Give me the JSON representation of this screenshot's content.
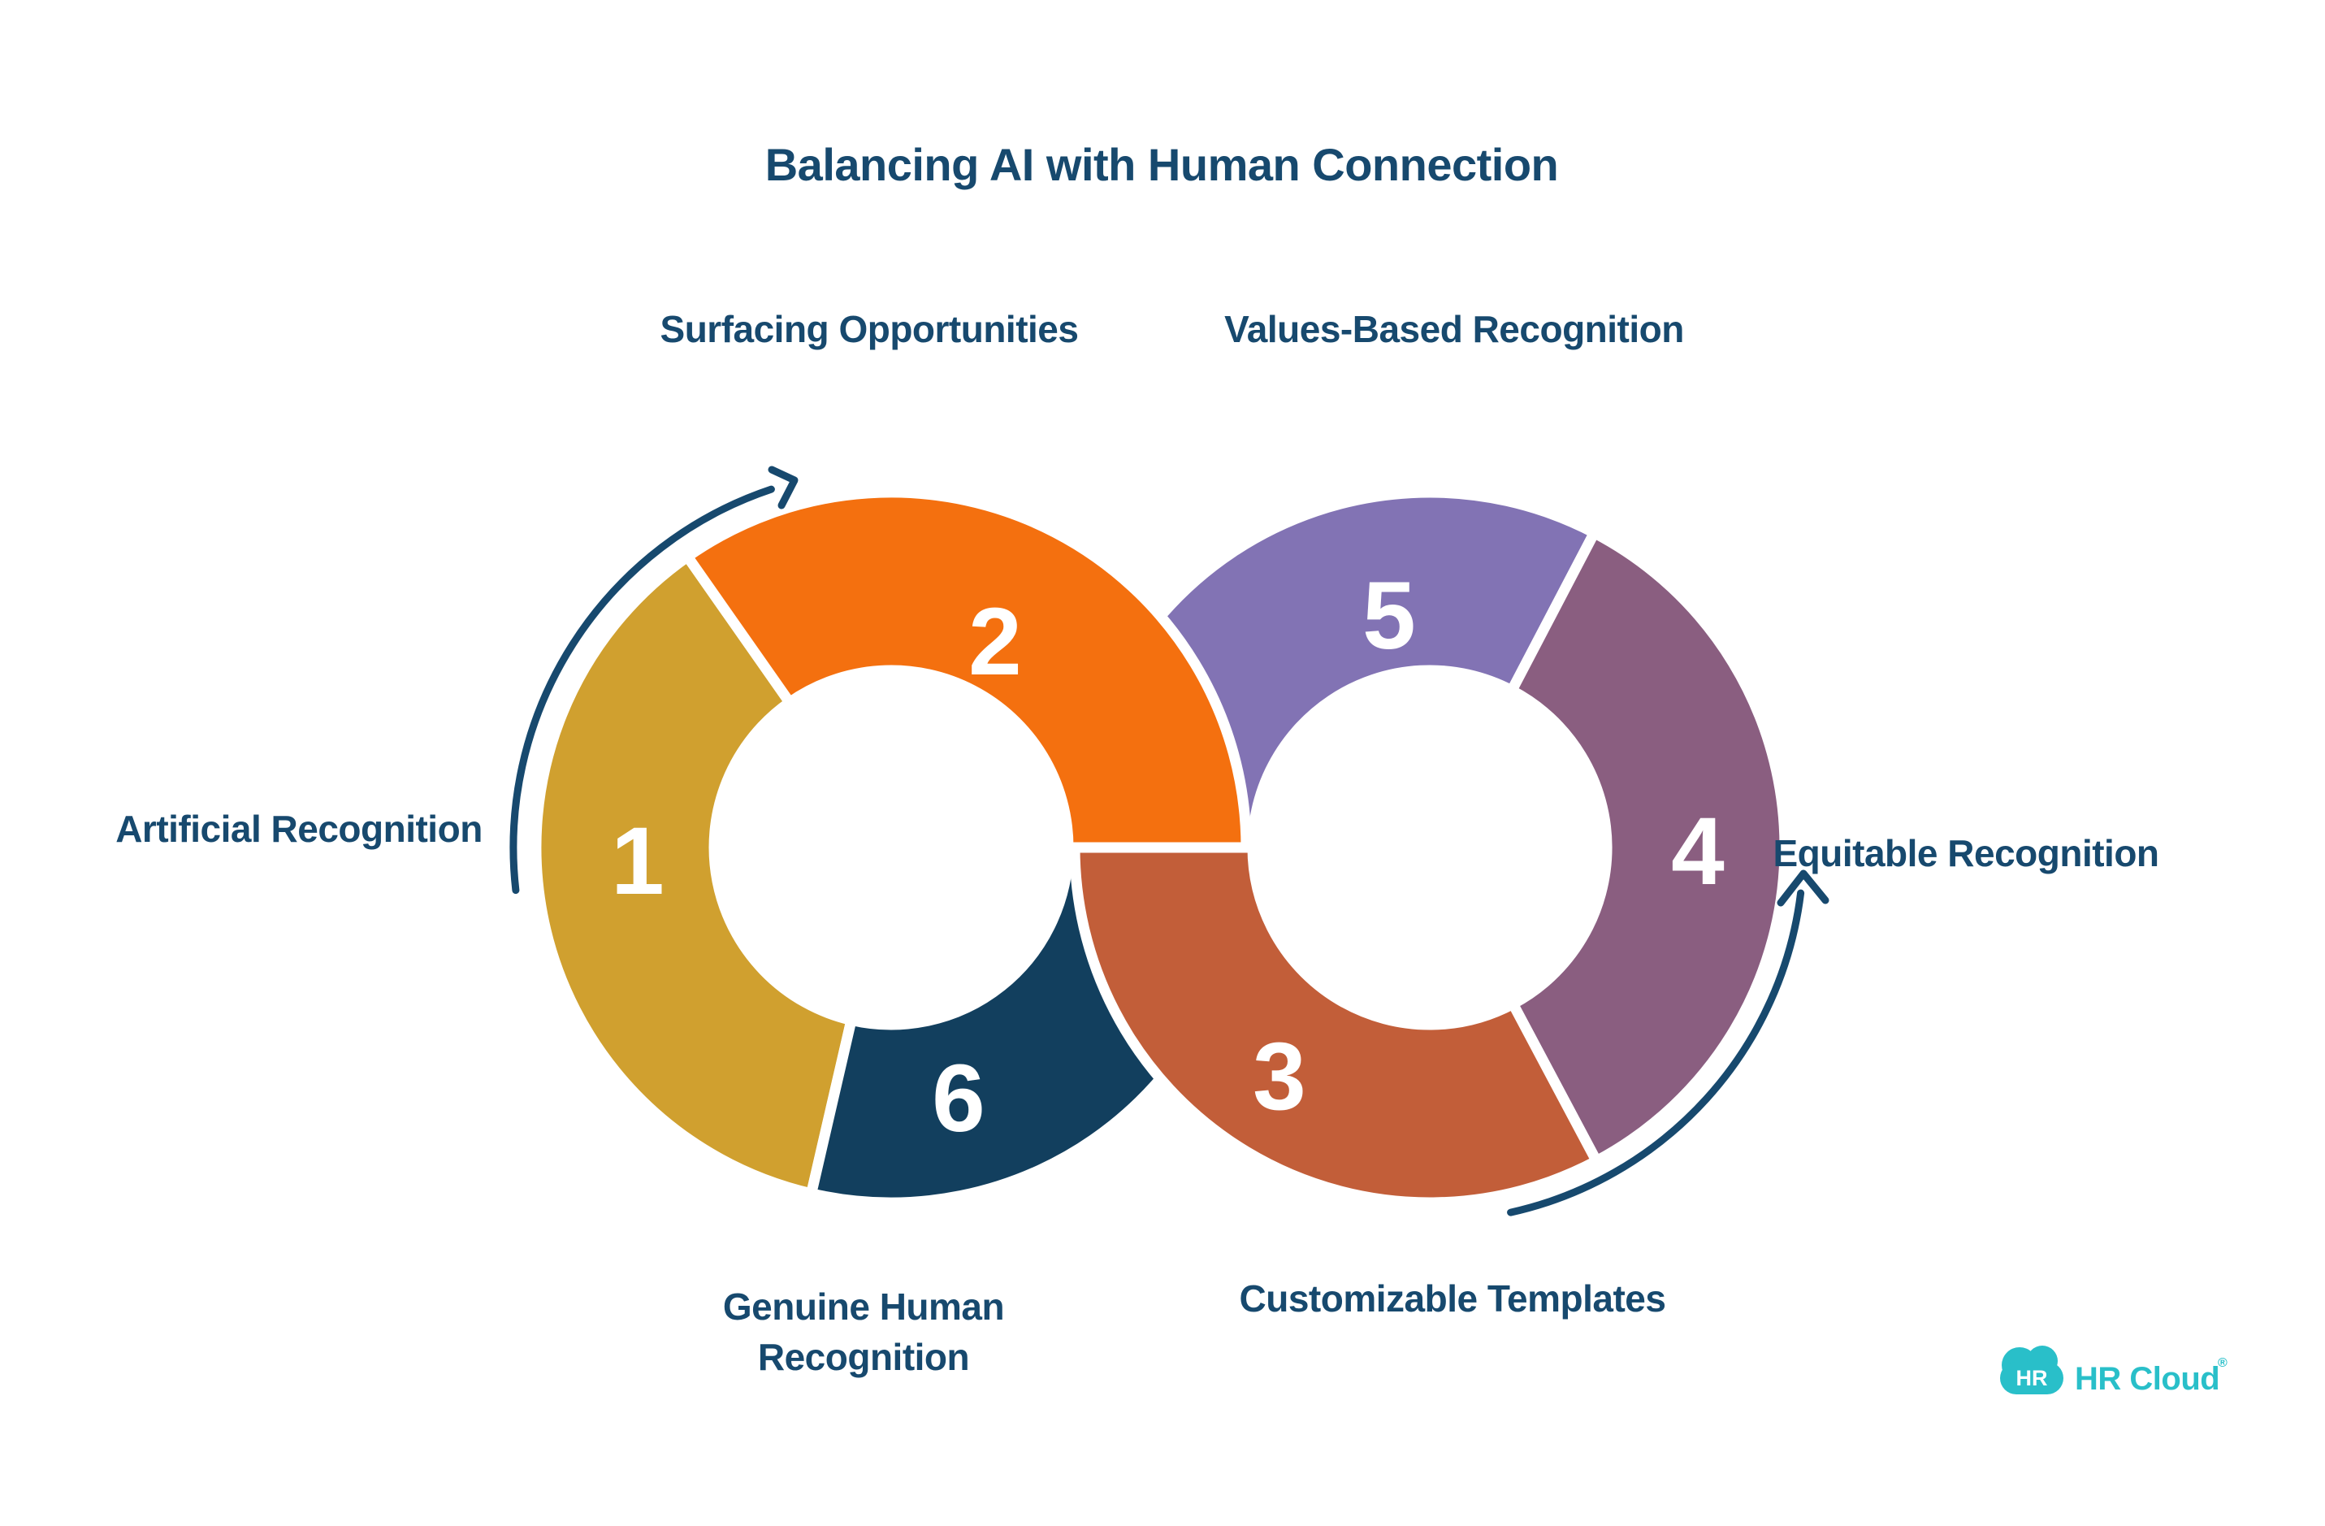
{
  "title": {
    "text": "Balancing AI with Human Connection"
  },
  "steps": [
    {
      "number": "1",
      "label": "Artificial Recognition",
      "color": "#D0A02F"
    },
    {
      "number": "2",
      "label": "Surfacing Opportunities",
      "color": "#F4700F"
    },
    {
      "number": "3",
      "label": "Customizable Templates",
      "color": "#C25E39"
    },
    {
      "number": "4",
      "label": "Equitable Recognition",
      "color": "#8A5E80"
    },
    {
      "number": "5",
      "label": "Values-Based Recognition",
      "color": "#8273B4"
    },
    {
      "number": "6",
      "label": "Genuine Human Recognition",
      "label_lines": [
        "Genuine Human",
        "Recognition"
      ],
      "color": "#123F5E"
    }
  ],
  "colors": {
    "text_navy": "#17496E",
    "arrow_navy": "#17496E",
    "seam_white": "#FFFFFF",
    "background": "#FFFFFF",
    "logo_teal": "#29BFC9"
  },
  "logo": {
    "badge_text": "HR",
    "brand_name": "HR Cloud",
    "registered_mark": "®"
  }
}
